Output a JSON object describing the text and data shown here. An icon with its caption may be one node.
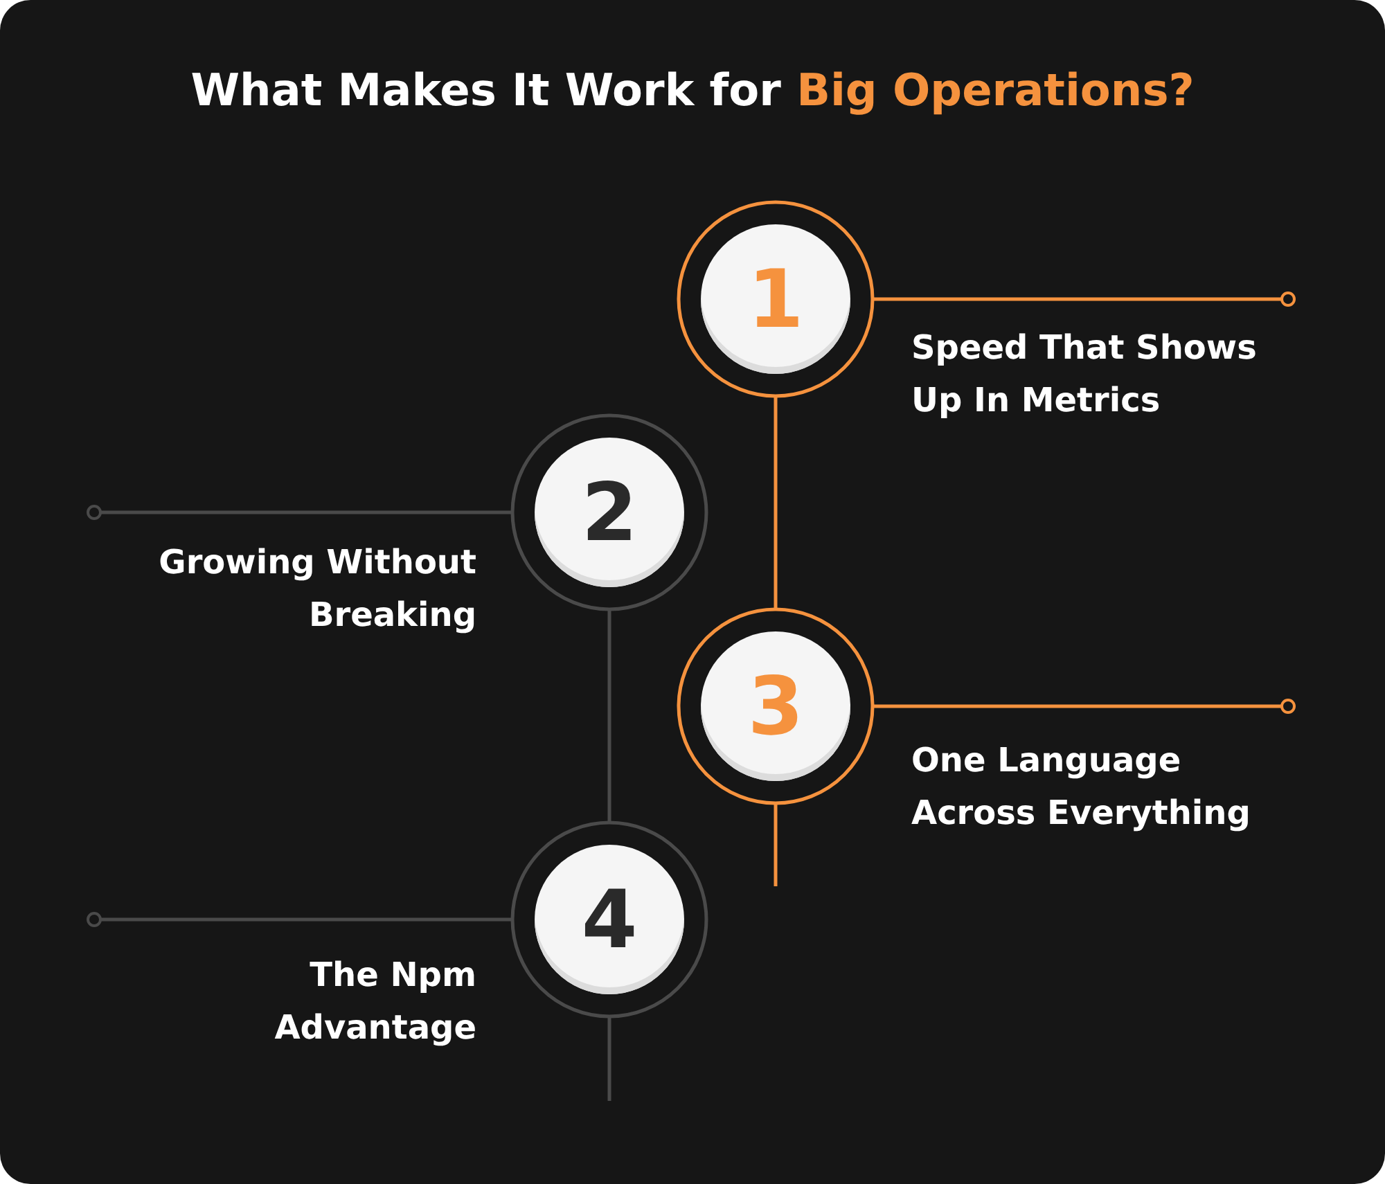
{
  "diagram": {
    "title": "What Makes It Work for **Big Operations?**",
    "nodes": [
      {
        "text": [
          "1"
        ],
        "beside": [
          "Speed That Shows Up In Metrics"
        ]
      },
      {
        "text": [
          "2"
        ],
        "beside": [
          "Growing Without Breaking"
        ]
      },
      {
        "text": [
          "3"
        ],
        "beside": [
          "One Language Across Everything"
        ]
      },
      {
        "text": [
          "4"
        ],
        "beside": [
          "The Npm Advantage"
        ]
      }
    ],
    "edges": [
      {
        "from": 0,
        "to": 2,
        "arrow": "none",
        "color": "#f5923e"
      },
      {
        "from": 0,
        "to": null,
        "arrow": "other",
        "color": "#f5923e"
      },
      {
        "from": 1,
        "to": 3,
        "arrow": "none",
        "color": "#4a4a4a"
      },
      {
        "from": 1,
        "to": null,
        "arrow": "other",
        "color": "#4a4a4a"
      },
      {
        "from": 2,
        "to": null,
        "arrow": "other",
        "color": "#f5923e"
      },
      {
        "from": 2,
        "to": null,
        "arrow": "none",
        "color": "#f5923e"
      },
      {
        "from": 3,
        "to": null,
        "arrow": "other",
        "color": "#4a4a4a"
      },
      {
        "from": 3,
        "to": null,
        "arrow": "none",
        "color": "#4a4a4a"
      }
    ]
  }
}
